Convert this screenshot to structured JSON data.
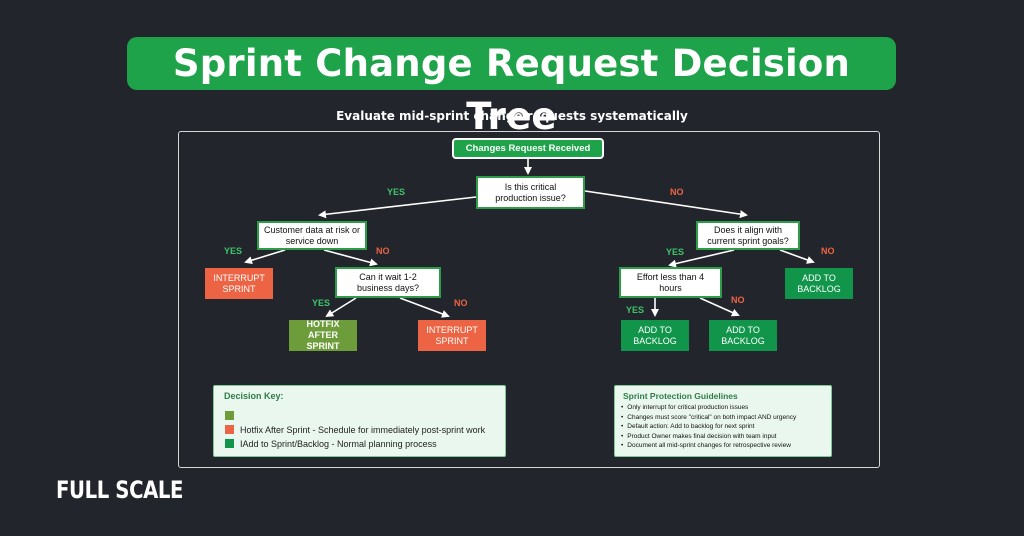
{
  "title": "Sprint Change Request Decision Tree",
  "subtitle": "Evaluate mid-sprint change requests systematically",
  "colors": {
    "background": "#23252c",
    "brand_green": "#1ea34a",
    "interrupt": "#ec6444",
    "hotfix": "#6d9d3b",
    "backlog": "#10954a",
    "yes_label": "#3ec46a",
    "no_label": "#ec6444"
  },
  "tree": {
    "start": "Changes Request Received",
    "q_critical": "Is this critical production issue?",
    "q_customer": "Customer data at risk or service down",
    "q_wait": "Can it wait 1-2 business days?",
    "q_align": "Does it align with current sprint goals?",
    "q_effort": "Effort less than 4 hours",
    "interrupt_1": "INTERRUPT SPRINT",
    "hotfix": "HOTFIX AFTER SPRINT",
    "interrupt_2": "INTERRUPT SPRINT",
    "backlog_1": "ADD TO BACKLOG",
    "backlog_2": "ADD TO BACKLOG",
    "backlog_3": "ADD TO BACKLOG",
    "yes": "YES",
    "no": "NO"
  },
  "decision_key": {
    "title": "Decision Key:",
    "items": [
      {
        "label": "",
        "color": "#6d9d3b"
      },
      {
        "label": "Hotfix After Sprint - Schedule for immediately post-sprint work",
        "color": "#ec6444"
      },
      {
        "label": "IAdd to Sprint/Backlog - Normal planning process",
        "color": "#10954a"
      }
    ]
  },
  "guidelines": {
    "title": "Sprint Protection Guidelines",
    "items": [
      "Only interrupt for critical production issues",
      "Changes must score \"critical\" on both impact AND urgency",
      "Default action: Add to backlog for next sprint",
      "Product Owner makes final decision with team input",
      "Document all mid-sprint changes for retrospective review"
    ]
  },
  "brand": "FULL SCALE"
}
